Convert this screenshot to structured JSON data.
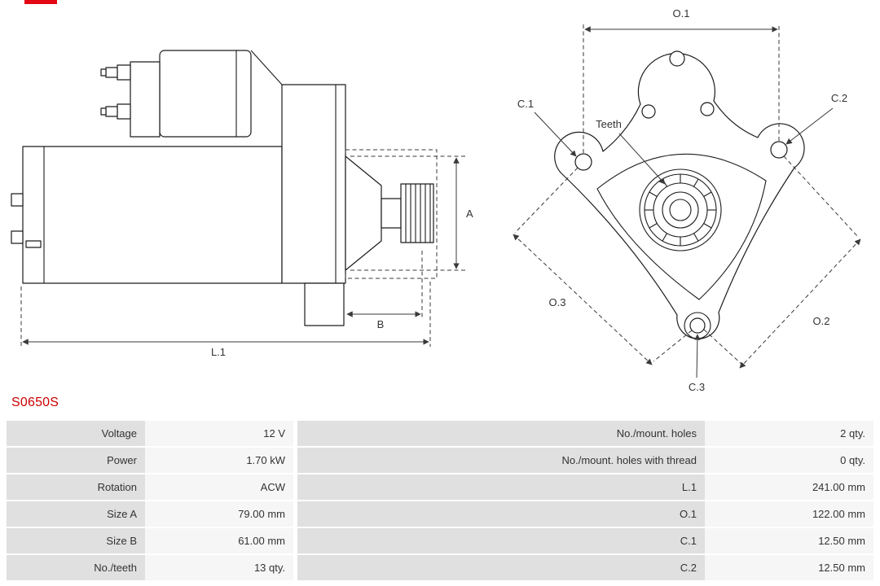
{
  "part_number": "S0650S",
  "colors": {
    "part_number_red": "#cc0000",
    "logo_red": "#e30613"
  },
  "diagram": {
    "labels": {
      "dim_a": "A",
      "dim_b": "B",
      "dim_l1": "L.1",
      "dim_o1": "O.1",
      "dim_o2": "O.2",
      "dim_o3": "O.3",
      "dim_c1": "C.1",
      "dim_c2": "C.2",
      "dim_c3": "C.3",
      "teeth": "Teeth"
    }
  },
  "table": {
    "left": [
      {
        "label": "Voltage",
        "value": "12 V"
      },
      {
        "label": "Power",
        "value": "1.70 kW"
      },
      {
        "label": "Rotation",
        "value": "ACW"
      },
      {
        "label": "Size A",
        "value": "79.00 mm"
      },
      {
        "label": "Size B",
        "value": "61.00 mm"
      },
      {
        "label": "No./teeth",
        "value": "13 qty."
      }
    ],
    "right": [
      {
        "label": "No./mount. holes",
        "value": "2 qty."
      },
      {
        "label": "No./mount. holes with thread",
        "value": "0 qty."
      },
      {
        "label": "L.1",
        "value": "241.00 mm"
      },
      {
        "label": "O.1",
        "value": "122.00 mm"
      },
      {
        "label": "C.1",
        "value": "12.50 mm"
      },
      {
        "label": "C.2",
        "value": "12.50 mm"
      }
    ]
  }
}
